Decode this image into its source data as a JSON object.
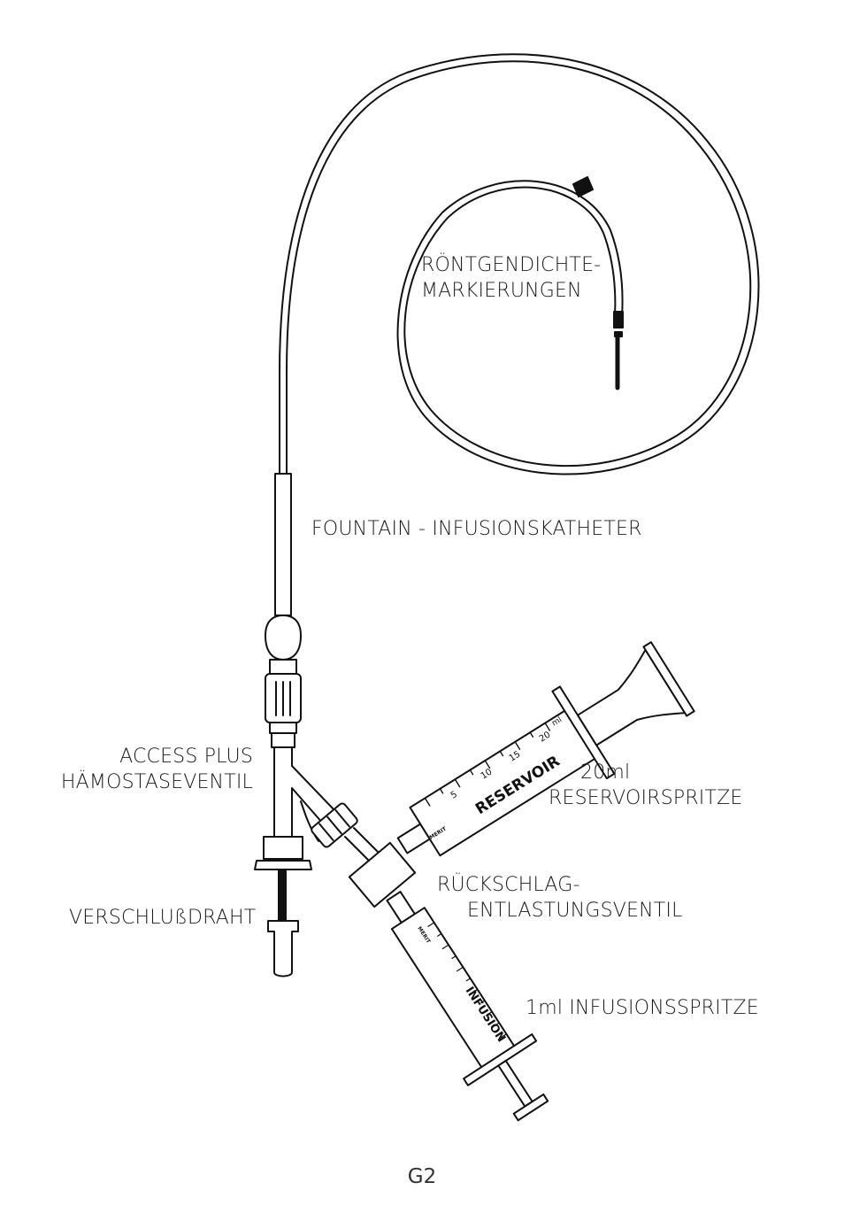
{
  "labels": {
    "markers": [
      "RÖNTGENDICHTE-",
      "MARKIERUNGEN"
    ],
    "catheter": "FOUNTAIN - INFUSIONSKATHETER",
    "valve": [
      "ACCESS PLUS",
      "HÄMOSTASEVENTIL"
    ],
    "reservoir_syringe": [
      "20ml",
      "RESERVOIRSPRITZE"
    ],
    "check_valve": [
      "RÜCKSCHLAG-",
      "ENTLASTUNGSVENTIL"
    ],
    "wire": "VERSCHLUßDRAHT",
    "infusion_syringe": "1ml INFUSIONSSPRITZE"
  },
  "syringe_text": {
    "reservoir_brand": "RESERVOIR",
    "reservoir_scale": [
      "5",
      "10",
      "15",
      "20",
      "ml"
    ],
    "infusion_brand": "INFUSION",
    "merit": "MERIT"
  },
  "page_number": "G2"
}
